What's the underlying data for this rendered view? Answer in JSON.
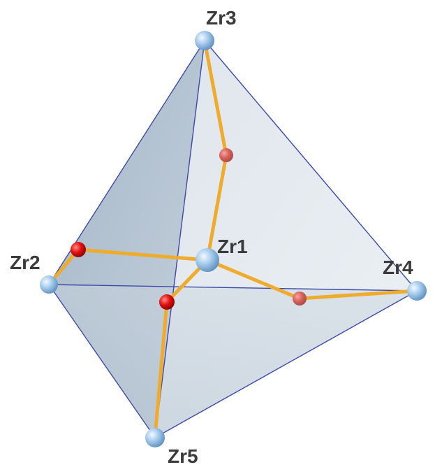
{
  "labels": {
    "zr1": "Zr1",
    "zr2": "Zr2",
    "zr3": "Zr3",
    "zr4": "Zr4",
    "zr5": "Zr5"
  },
  "colors": {
    "edge": "#3f4aa8",
    "bond": "#f2b233",
    "zirconium_atom": "#a9cdee",
    "oxygen_atom": "#e01010",
    "face_fill": "#b9c9d8"
  }
}
